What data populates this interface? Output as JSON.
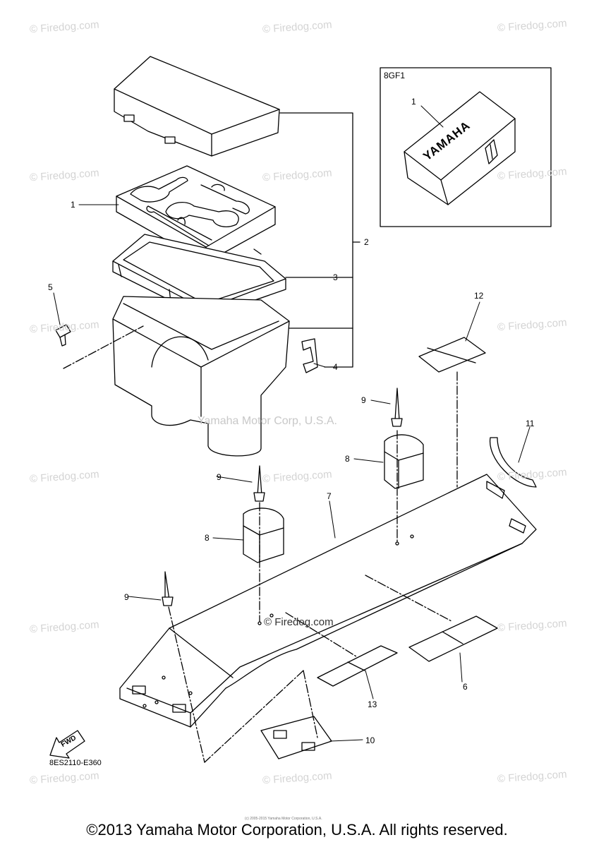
{
  "watermark": "© Firedog.com",
  "center_watermark": "Yamaha Motor Corp, U.S.A.",
  "callouts": [
    "1",
    "2",
    "3",
    "4",
    "5",
    "6",
    "7",
    "8",
    "8",
    "9",
    "9",
    "9",
    "10",
    "11",
    "12",
    "13"
  ],
  "inset": {
    "label": "8GF1",
    "callout": "1",
    "brand": "YAMAHA"
  },
  "fwd_label": "FWD",
  "diagram_code": "8ES2110-E360",
  "tiny_credit": "(c) 2005-2015 Yamaha Motor Corporation, U.S.A.",
  "copyright": "©2013 Yamaha Motor Corporation, U.S.A. All rights reserved."
}
